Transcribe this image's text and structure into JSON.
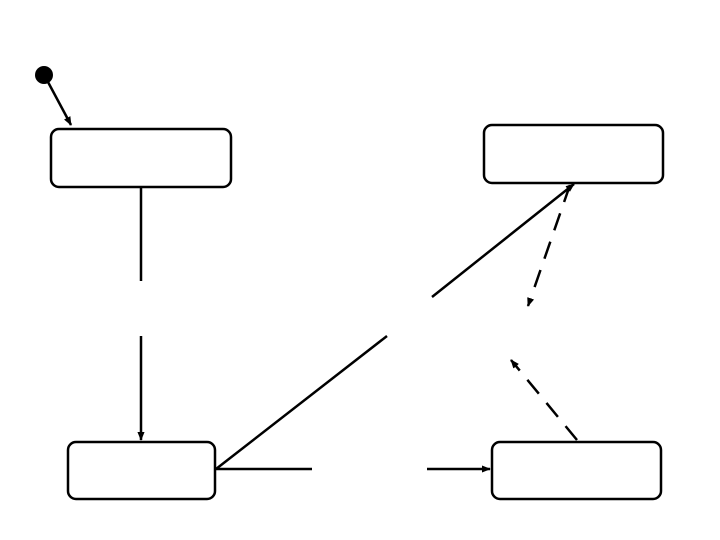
{
  "diagram": {
    "type": "state-machine",
    "initial_state": "state-top-left",
    "states": [
      {
        "id": "state-top-left",
        "label": ""
      },
      {
        "id": "state-top-right",
        "label": ""
      },
      {
        "id": "state-bottom-left",
        "label": ""
      },
      {
        "id": "state-bottom-right",
        "label": ""
      }
    ],
    "transitions": [
      {
        "from": "initial",
        "to": "state-top-left",
        "style": "solid",
        "label": ""
      },
      {
        "from": "state-top-left",
        "to": "state-bottom-left",
        "style": "solid",
        "label": ""
      },
      {
        "from": "state-bottom-left",
        "to": "state-top-right",
        "style": "solid",
        "label": ""
      },
      {
        "from": "state-bottom-left",
        "to": "state-bottom-right",
        "style": "solid",
        "label": ""
      },
      {
        "from": "state-top-right",
        "to": "state-bottom-right",
        "style": "dashed",
        "label": ""
      },
      {
        "from": "state-bottom-right",
        "to": "state-top-right",
        "style": "dashed",
        "label": ""
      }
    ],
    "colors": {
      "stroke": "#000000",
      "fill": "#ffffff"
    }
  }
}
